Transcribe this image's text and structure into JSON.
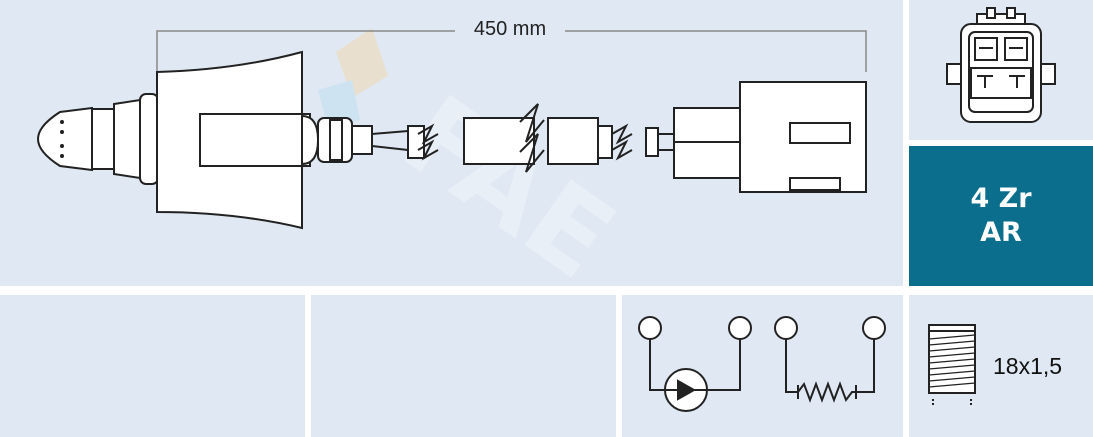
{
  "sensor": {
    "cable_length_label": "450 mm",
    "sensor_type_line1": "4 Zr",
    "sensor_type_line2": "AR",
    "thread_label": "18x1,5"
  },
  "colors": {
    "panel_background": "#dfe8f3",
    "accent": "#0a6e8c",
    "line": "#222222"
  },
  "icons": [
    "connector-face-icon",
    "wiring-schematic-icon",
    "thread-icon",
    "watermark-logo"
  ]
}
